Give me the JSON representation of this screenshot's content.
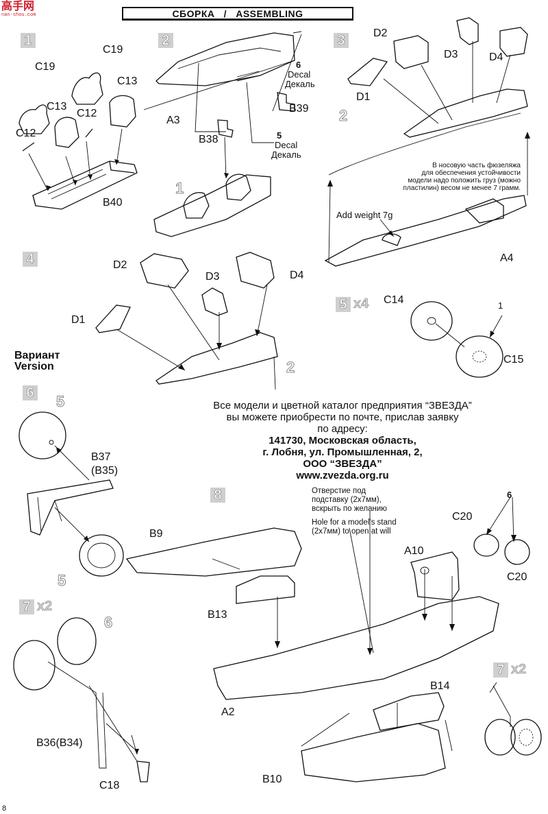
{
  "header": {
    "title": "СБОРКА   /   ASSEMBLING"
  },
  "logo": {
    "text": "高手网",
    "sub": "nan-shou.com"
  },
  "steps": {
    "s1": "1",
    "s2": "2",
    "s3": "3",
    "s4": "4",
    "s5": "5",
    "s5_mult": "x4",
    "s6": "6",
    "s7": "7",
    "s7_mult": "x2",
    "s8": "8",
    "s7b": "7",
    "s7b_mult": "x2"
  },
  "labels": {
    "c19a": "C19",
    "c19b": "C19",
    "c13a": "C13",
    "c13b": "C13",
    "c12a": "C12",
    "c12b": "C12",
    "b40": "B40",
    "a3": "A3",
    "b38": "B38",
    "b39": "B39",
    "decal6_num": "6",
    "decal6_en": "Decal",
    "decal6_ru": "Декаль",
    "decal5_num": "5",
    "decal5_en": "Decal",
    "decal5_ru": "Декаль",
    "d1_s3": "D1",
    "d2_s3": "D2",
    "d3_s3": "D3",
    "d4_s3": "D4",
    "a4": "A4",
    "add_weight": "Add weight 7g",
    "d1_s4": "D1",
    "d2_s4": "D2",
    "d3_s4": "D3",
    "d4_s4": "D4",
    "variant_ru": "Вариант",
    "variant_en": "Version",
    "c14": "C14",
    "c15": "C15",
    "b37": "B37",
    "b35": "(B35)",
    "b9": "B9",
    "b13": "B13",
    "a2": "A2",
    "b10": "B10",
    "b14": "B14",
    "a10": "A10",
    "c20a": "C20",
    "c20b": "C20",
    "b36": "B36(B34)",
    "c18": "C18"
  },
  "ghosts": {
    "g2_s3": "2",
    "g1_s2": "1",
    "g2_s4": "2",
    "g5_s6a": "5",
    "g5_s6b": "5",
    "g6_s7": "6",
    "g6_s8": "6",
    "g1_s5": "1"
  },
  "notes": {
    "weight_ru_1": "В носовую часть фюзеляжа",
    "weight_ru_2": "для обеспечения устойчивости",
    "weight_ru_3": "модели надо положить груз (можно",
    "weight_ru_4": "пластилин) весом не менее 7 грамм.",
    "hole_ru_1": "Отверстие под",
    "hole_ru_2": "подставку (2x7мм),",
    "hole_ru_3": "вскрыть по желанию",
    "hole_en_1": "Hole for a model's stand",
    "hole_en_2": "(2x7мм) to open at will"
  },
  "info": {
    "line1": "Все модели и цветной каталог предприятия “ЗВЕЗДА”",
    "line2": "вы можете приобрести по почте, прислав заявку",
    "line3": "по адресу:",
    "line4": "141730, Московская область,",
    "line5": "г. Лобня, ул. Промышленная, 2,",
    "line6": "ООО “ЗВЕЗДА”",
    "line7": "www.zvezda.org.ru"
  },
  "page_number": "8"
}
